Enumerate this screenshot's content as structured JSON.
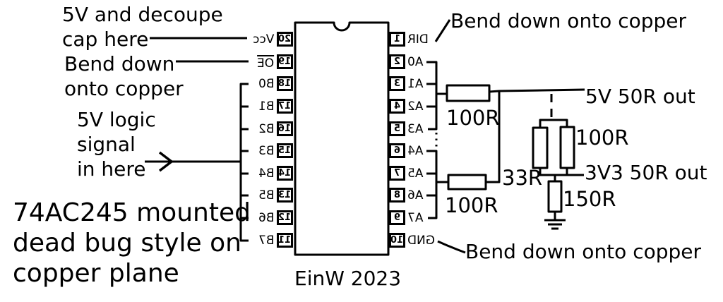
{
  "colors": {
    "ink": "#000000",
    "paper": "#ffffff"
  },
  "annotations": {
    "decouple": {
      "line1": "5V and decoupe",
      "line2": "cap here"
    },
    "oe_bend": {
      "line1": "Bend down",
      "line2": "onto copper"
    },
    "signal": {
      "line1": "5V logic",
      "line2": "signal",
      "line3": "in here"
    },
    "mounting": {
      "line1": "74AC245 mounted",
      "line2": "dead bug style on",
      "line3": "copper plane"
    },
    "dir_bend": "Bend down onto copper",
    "gnd_bend": "Bend down onto copper",
    "credit": "EinW 2023"
  },
  "ic": {
    "left_pins": [
      {
        "num": "20",
        "label": "Vcc"
      },
      {
        "num": "19",
        "label": "OE"
      },
      {
        "num": "18",
        "label": "B0"
      },
      {
        "num": "17",
        "label": "B1"
      },
      {
        "num": "16",
        "label": "B2"
      },
      {
        "num": "15",
        "label": "B3"
      },
      {
        "num": "14",
        "label": "B4"
      },
      {
        "num": "13",
        "label": "B5"
      },
      {
        "num": "12",
        "label": "B6"
      },
      {
        "num": "11",
        "label": "B7"
      }
    ],
    "right_pins": [
      {
        "num": "1",
        "label": "DIR"
      },
      {
        "num": "2",
        "label": "A0"
      },
      {
        "num": "3",
        "label": "A1"
      },
      {
        "num": "4",
        "label": "A2"
      },
      {
        "num": "5",
        "label": "A3"
      },
      {
        "num": "6",
        "label": "A4"
      },
      {
        "num": "7",
        "label": "A5"
      },
      {
        "num": "8",
        "label": "A6"
      },
      {
        "num": "9",
        "label": "A7"
      },
      {
        "num": "10",
        "label": "GND"
      }
    ]
  },
  "resistors": {
    "series_top": "100R",
    "series_bottom": "100R",
    "divider_left": "33R",
    "divider_right": "100R",
    "divider_bottom": "150R"
  },
  "outputs": {
    "out_5v": "5V 50R out",
    "out_3v3": "3V3 50R out"
  }
}
